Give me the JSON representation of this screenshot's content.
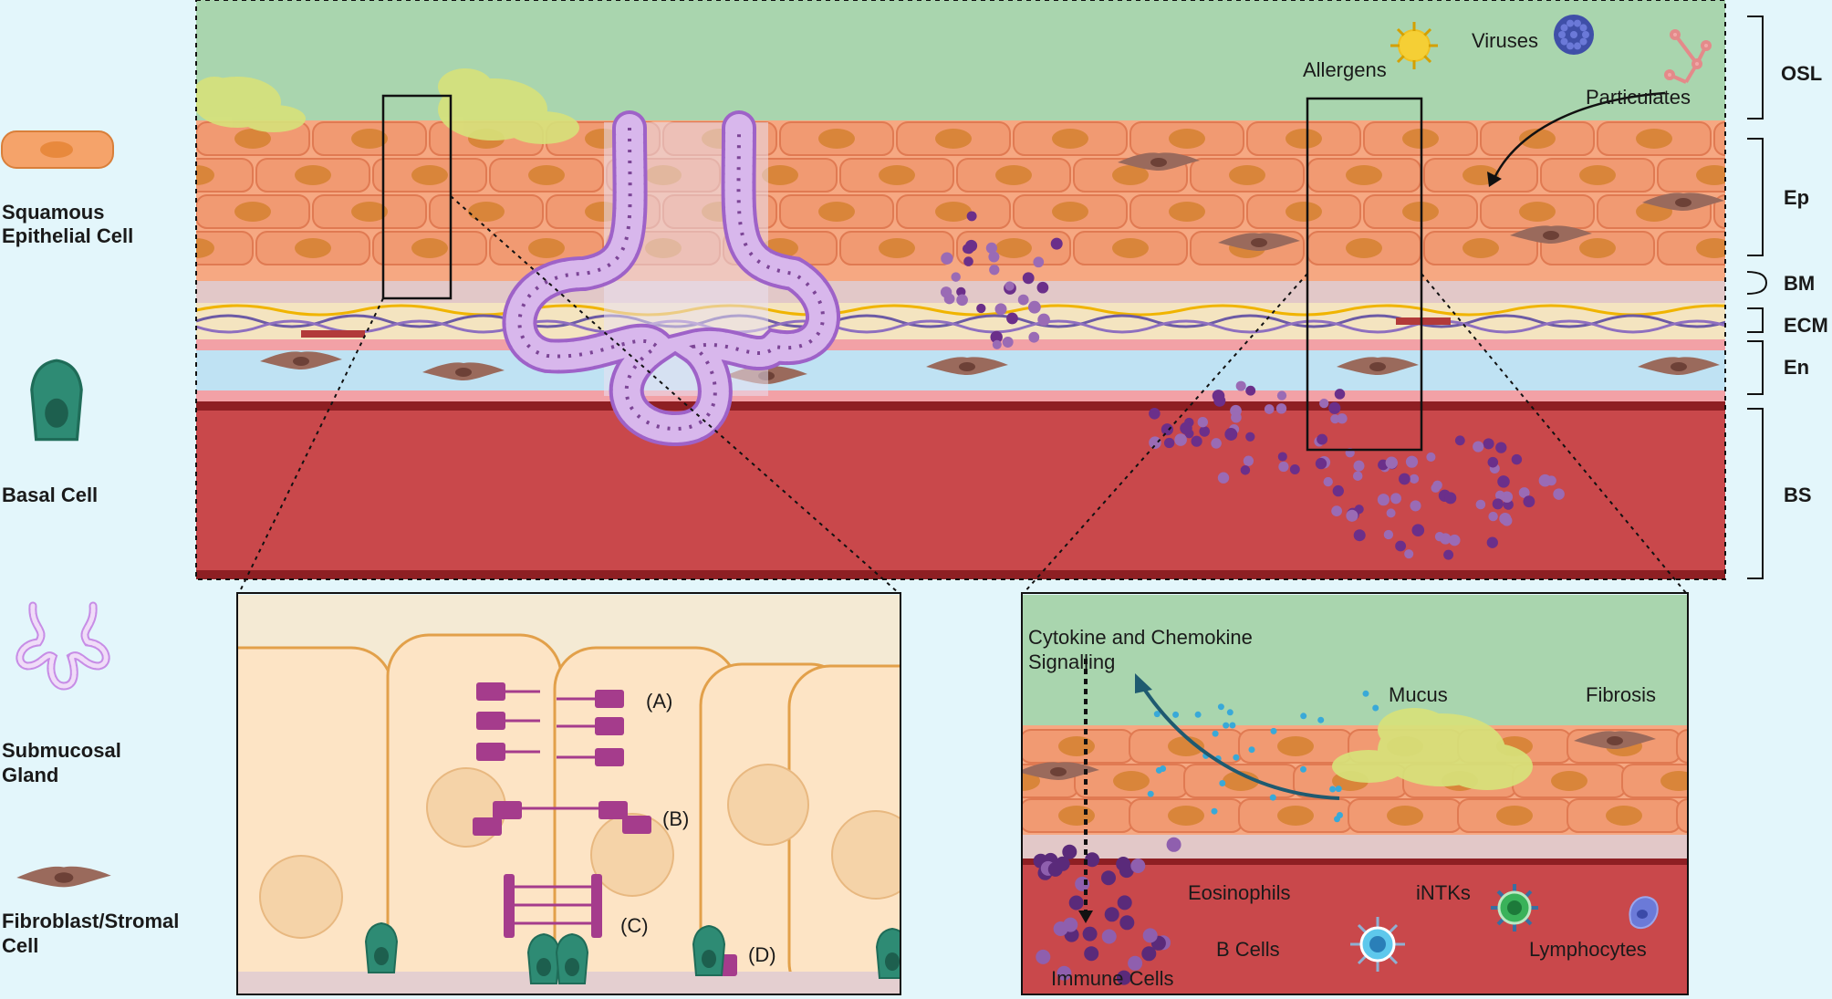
{
  "legend": {
    "squamous": [
      "Squamous",
      "Epithelial Cell"
    ],
    "basal": [
      "Basal Cell"
    ],
    "gland": [
      "Submucosal",
      "Gland"
    ],
    "fibroblast": [
      "Fibroblast/Stromal",
      "Cell"
    ]
  },
  "layers": {
    "osl": "OSL",
    "ep": "Ep",
    "bm": "BM",
    "ecm": "ECM",
    "en": "En",
    "bs": "BS"
  },
  "top": {
    "allergens": "Allergens",
    "viruses": "Viruses",
    "particulates": "Particulates"
  },
  "junctions": {
    "a": "(A)",
    "b": "(B)",
    "c": "(C)",
    "d": "(D)"
  },
  "inflammation": {
    "signalling": [
      "Cytokine and Chemokine",
      "Signalling"
    ],
    "mucus": "Mucus",
    "fibrosis": "Fibrosis",
    "eosinophils": "Eosinophils",
    "intks": "iNTKs",
    "bcells": "B Cells",
    "lymphocytes": "Lymphocytes",
    "immune": "Immune Cells"
  },
  "colors": {
    "osl": "#a9d5ae",
    "epithelium": "#f09a72",
    "nucleus": "#d9853a",
    "blood": "#c9484b",
    "gland": "#c9a0e0",
    "immune": "#7c4596",
    "junction": "#a53c8c",
    "fibroblast": "#9a6a5c",
    "basal": "#2e8b74"
  }
}
